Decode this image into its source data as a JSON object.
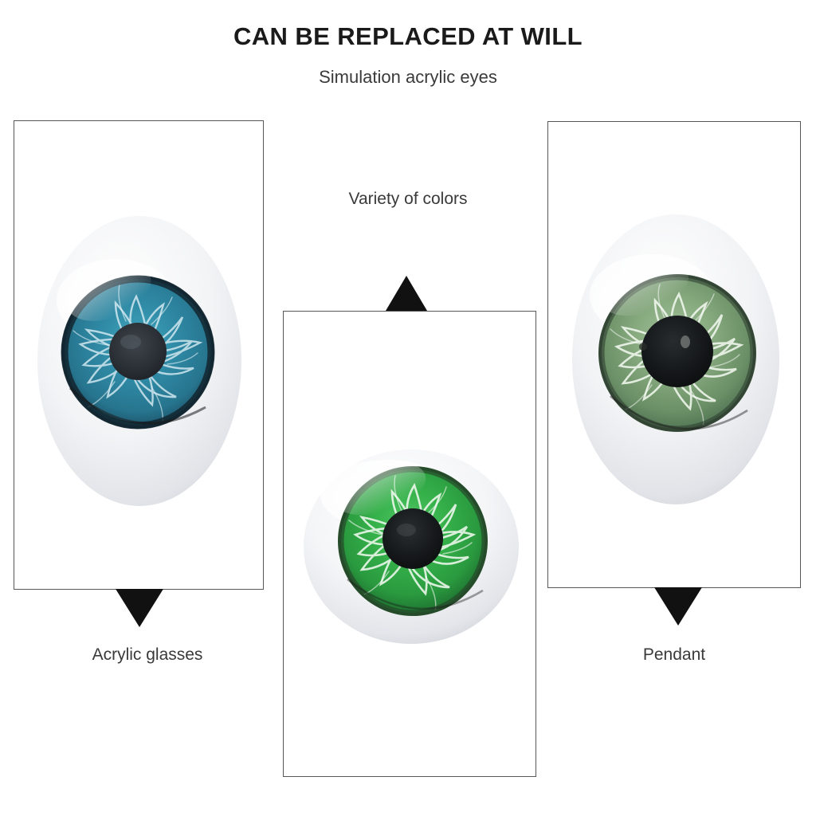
{
  "page": {
    "background_color": "#ffffff",
    "title": "CAN BE REPLACED AT WILL",
    "subtitle": "Simulation acrylic eyes",
    "middle_label": "Variety of colors"
  },
  "panels": [
    {
      "id": "left",
      "caption": "Acrylic glasses",
      "border_color": "#575757",
      "arrow": "down-triangle",
      "eye": {
        "name": "blue-acrylic-eye",
        "shell_shape": "tall-oval",
        "shell_color": "#f2f3f5",
        "shell_shadow_color": "#c9ccd3",
        "iris_color": "#2f8aa5",
        "iris_color_dark": "#1d5f78",
        "iris_color_light": "#8fcfdd",
        "limbal_ring_color": "#1b2a33",
        "pupil_color": "#2b2f33",
        "strand_color": "#cfe7ef"
      }
    },
    {
      "id": "center",
      "caption": "",
      "border_color": "#575757",
      "arrow": "up-triangle",
      "eye": {
        "name": "green-acrylic-eye",
        "shell_shape": "round-oval",
        "shell_color": "#f4f5f7",
        "shell_shadow_color": "#ced1d8",
        "iris_color": "#35b14a",
        "iris_color_dark": "#1f7f31",
        "iris_color_light": "#7fd98c",
        "limbal_ring_color": "#2a4a2c",
        "pupil_color": "#141617",
        "strand_color": "#e8f5e9"
      }
    },
    {
      "id": "right",
      "caption": "Pendant",
      "border_color": "#575757",
      "arrow": "down-triangle",
      "eye": {
        "name": "sage-green-acrylic-eye",
        "shell_shape": "tall-oval",
        "shell_color": "#f1f2f5",
        "shell_shadow_color": "#c9ccd3",
        "iris_color": "#7fa57a",
        "iris_color_dark": "#4d7a52",
        "iris_color_light": "#c3d8bd",
        "limbal_ring_color": "#2f3f30",
        "pupil_color": "#14181a",
        "strand_color": "#e6f0e4"
      }
    }
  ]
}
